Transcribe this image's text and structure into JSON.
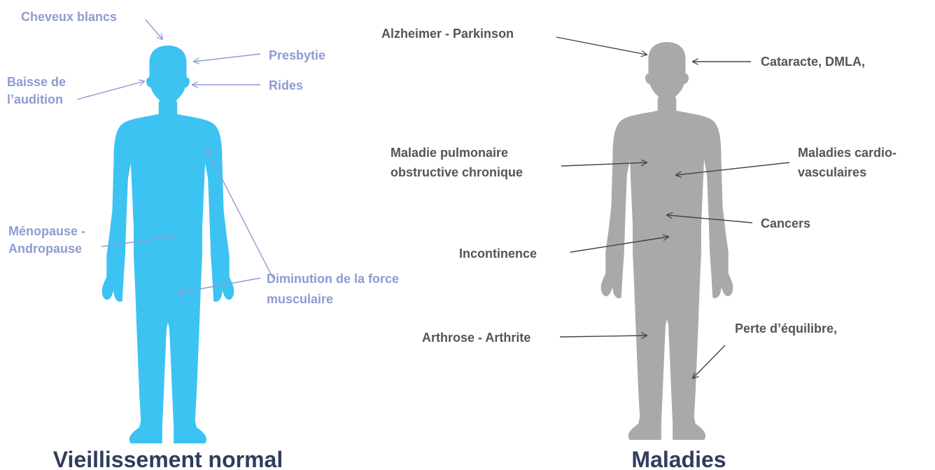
{
  "colors": {
    "normal_body": "#3cc3f2",
    "disease_body": "#a9a9a9",
    "normal_label": "#8e9bd3",
    "disease_label": "#555555",
    "caption": "#2f3d5c"
  },
  "normal": {
    "caption": "Vieillissement normal",
    "labels": {
      "cheveux": "Cheveux blancs",
      "presbytie": "Presbytie",
      "audition_1": "Baisse de",
      "audition_2": "l’audition",
      "rides": "Rides",
      "menopause_1": "Ménopause -",
      "menopause_2": "Andropause",
      "force_1": "Diminution de la force",
      "force_2": "musculaire"
    }
  },
  "diseases": {
    "caption": "Maladies",
    "labels": {
      "alzheimer": "Alzheimer - Parkinson",
      "cataracte": "Cataracte, DMLA,",
      "pulmonaire_1": "Maladie pulmonaire",
      "pulmonaire_2": "obstructive chronique",
      "cardio_1": "Maladies cardio-",
      "cardio_2": "vasculaires",
      "cancers": "Cancers",
      "incontinence": "Incontinence",
      "arthrose": "Arthrose -  Arthrite",
      "equilibre": "Perte d’équilibre,"
    }
  }
}
